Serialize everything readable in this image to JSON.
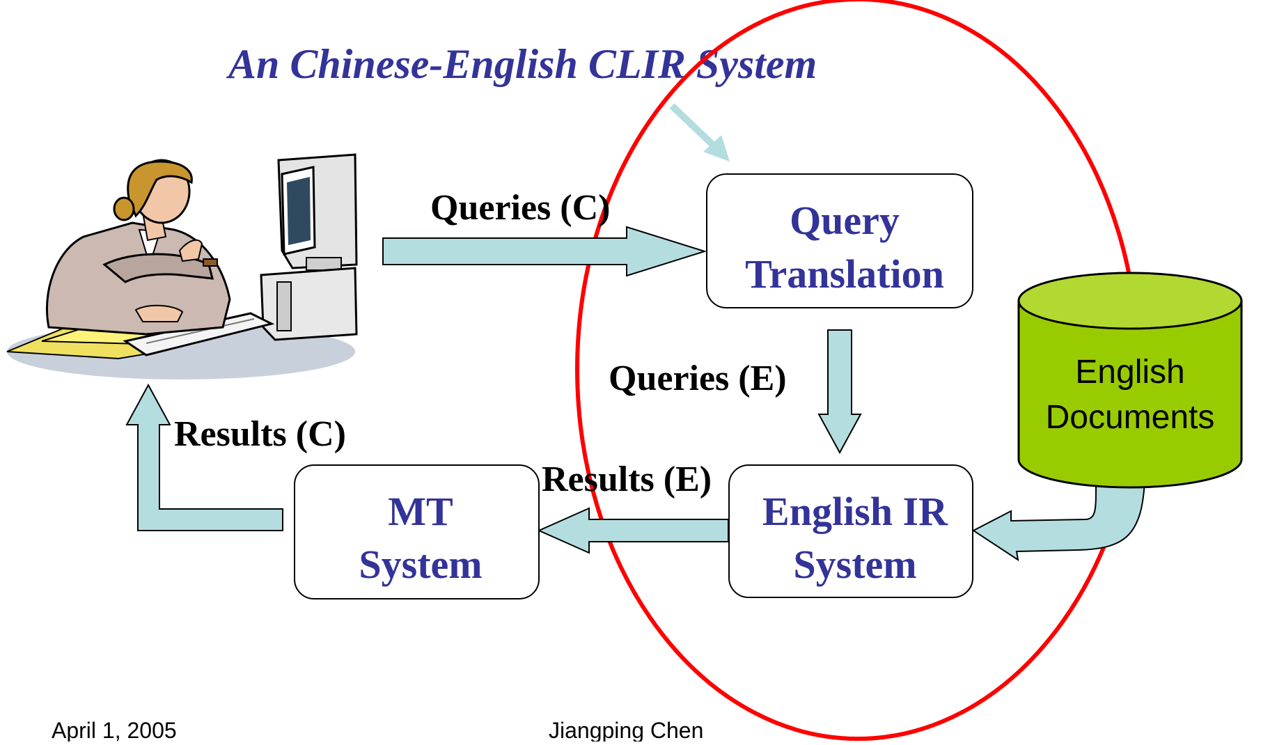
{
  "slide": {
    "title": "An Chinese-English CLIR System",
    "footer_date": "April 1,  2005",
    "footer_author": "Jiangping Chen"
  },
  "boxes": {
    "query_translation": [
      "Query",
      "Translation"
    ],
    "english_ir": [
      "English IR",
      "System"
    ],
    "mt_system": [
      "MT",
      "System"
    ],
    "english_documents": [
      "English",
      "Documents"
    ]
  },
  "labels": {
    "queries_c": "Queries (C)",
    "queries_e": "Queries (E)",
    "results_e": "Results (E)",
    "results_c": "Results (C)"
  },
  "colors": {
    "title": "#333399",
    "box_text": "#333399",
    "arrow_fill": "#b4dde0",
    "highlight_circle": "#ff0000",
    "cylinder_fill": "#99cc00",
    "cylinder_top": "#b2d832"
  },
  "icons": {
    "user": "woman-at-computer-icon"
  }
}
